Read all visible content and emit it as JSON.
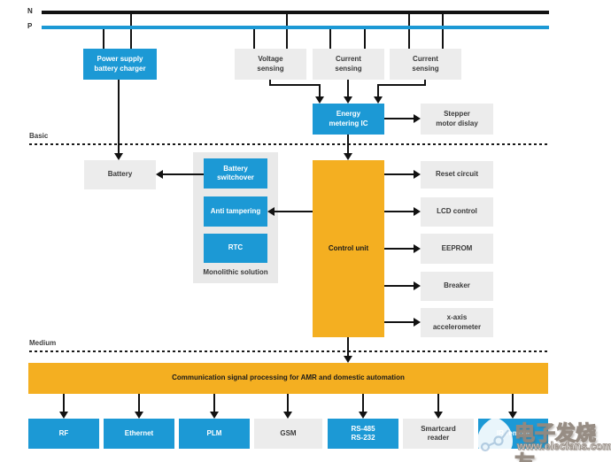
{
  "bus": {
    "n": "N",
    "p": "P"
  },
  "sections": {
    "basic": "Basic",
    "medium": "Medium"
  },
  "nodes": {
    "power_supply": "Power supply\nbattery charger",
    "voltage_sensing": "Voltage\nsensing",
    "current_sensing_1": "Current\nsensing",
    "current_sensing_2": "Current\nsensing",
    "energy_metering": "Energy\nmetering IC",
    "stepper_display": "Stepper\nmotor dislay",
    "battery": "Battery",
    "battery_switchover": "Battery\nswitchover",
    "anti_tampering": "Anti tampering",
    "rtc": "RTC",
    "monolithic_caption": "Monolithic solution",
    "control_unit": "Control unit",
    "reset_circuit": "Reset circuit",
    "lcd_control": "LCD control",
    "eeprom": "EEPROM",
    "breaker": "Breaker",
    "accelerometer": "x-axis\naccelerometer",
    "comm_bar": "Communication signal processing for AMR and domestic automation",
    "rf": "RF",
    "ethernet": "Ethernet",
    "plm": "PLM",
    "gsm": "GSM",
    "rs": "RS-485\nRS-232",
    "smartcard": "Smartcard\nreader",
    "ir_remote": "IR remote"
  },
  "watermark": {
    "brand": "电子发烧友",
    "url": "www.elecfans.com"
  },
  "colors": {
    "blue": "#1C99D5",
    "orange": "#F4AF21",
    "gray": "#ECECEC",
    "bus_black": "#121212"
  }
}
